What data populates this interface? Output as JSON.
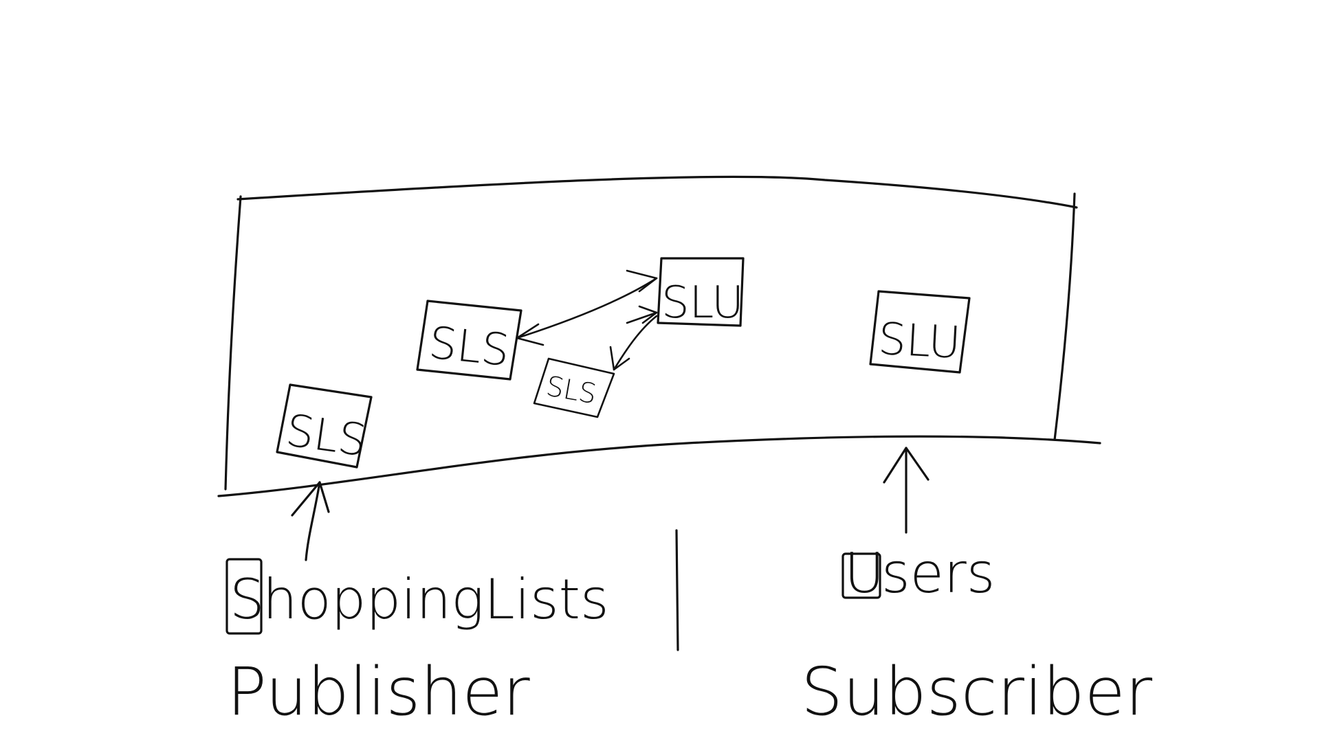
{
  "nodes": [
    {
      "id": "sls-bottom",
      "label": "SLS"
    },
    {
      "id": "sls-middle",
      "label": "SLS"
    },
    {
      "id": "sls-small",
      "label": "SLS"
    },
    {
      "id": "slu-top",
      "label": "SLU"
    },
    {
      "id": "slu-right",
      "label": "SLU"
    }
  ],
  "left": {
    "topic_initial": "S",
    "topic_rest": "hoppingLists",
    "role": "Publisher"
  },
  "right": {
    "topic_initial": "U",
    "topic_rest": "sers",
    "role": "Subscriber"
  }
}
